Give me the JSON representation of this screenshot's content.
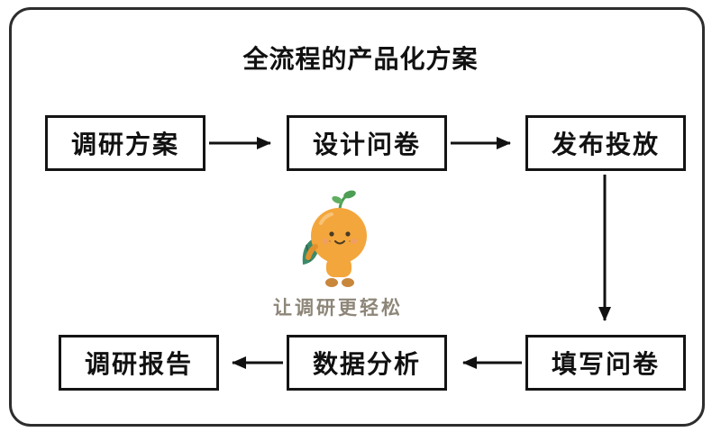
{
  "title": "全流程的产品化方案",
  "mascot": {
    "name": "orange-mascot",
    "tagline": "让调研更轻松"
  },
  "flow": {
    "nodes": [
      {
        "id": "plan",
        "label": "调研方案"
      },
      {
        "id": "design",
        "label": "设计问卷"
      },
      {
        "id": "publish",
        "label": "发布投放"
      },
      {
        "id": "fill",
        "label": "填写问卷"
      },
      {
        "id": "analyze",
        "label": "数据分析"
      },
      {
        "id": "report",
        "label": "调研报告"
      }
    ],
    "connections": [
      {
        "from": "plan",
        "to": "design",
        "direction": "right"
      },
      {
        "from": "design",
        "to": "publish",
        "direction": "right"
      },
      {
        "from": "publish",
        "to": "fill",
        "direction": "down"
      },
      {
        "from": "fill",
        "to": "analyze",
        "direction": "left"
      },
      {
        "from": "analyze",
        "to": "report",
        "direction": "left"
      }
    ]
  },
  "colors": {
    "border": "#2d2d2d",
    "box_border": "#141414",
    "arrow": "#111111",
    "mascot_orange": "#f3a63c",
    "mascot_leaf_green": "#4d9e55",
    "mascot_item_green": "#3c8a68",
    "tagline_text": "#8d8678"
  }
}
